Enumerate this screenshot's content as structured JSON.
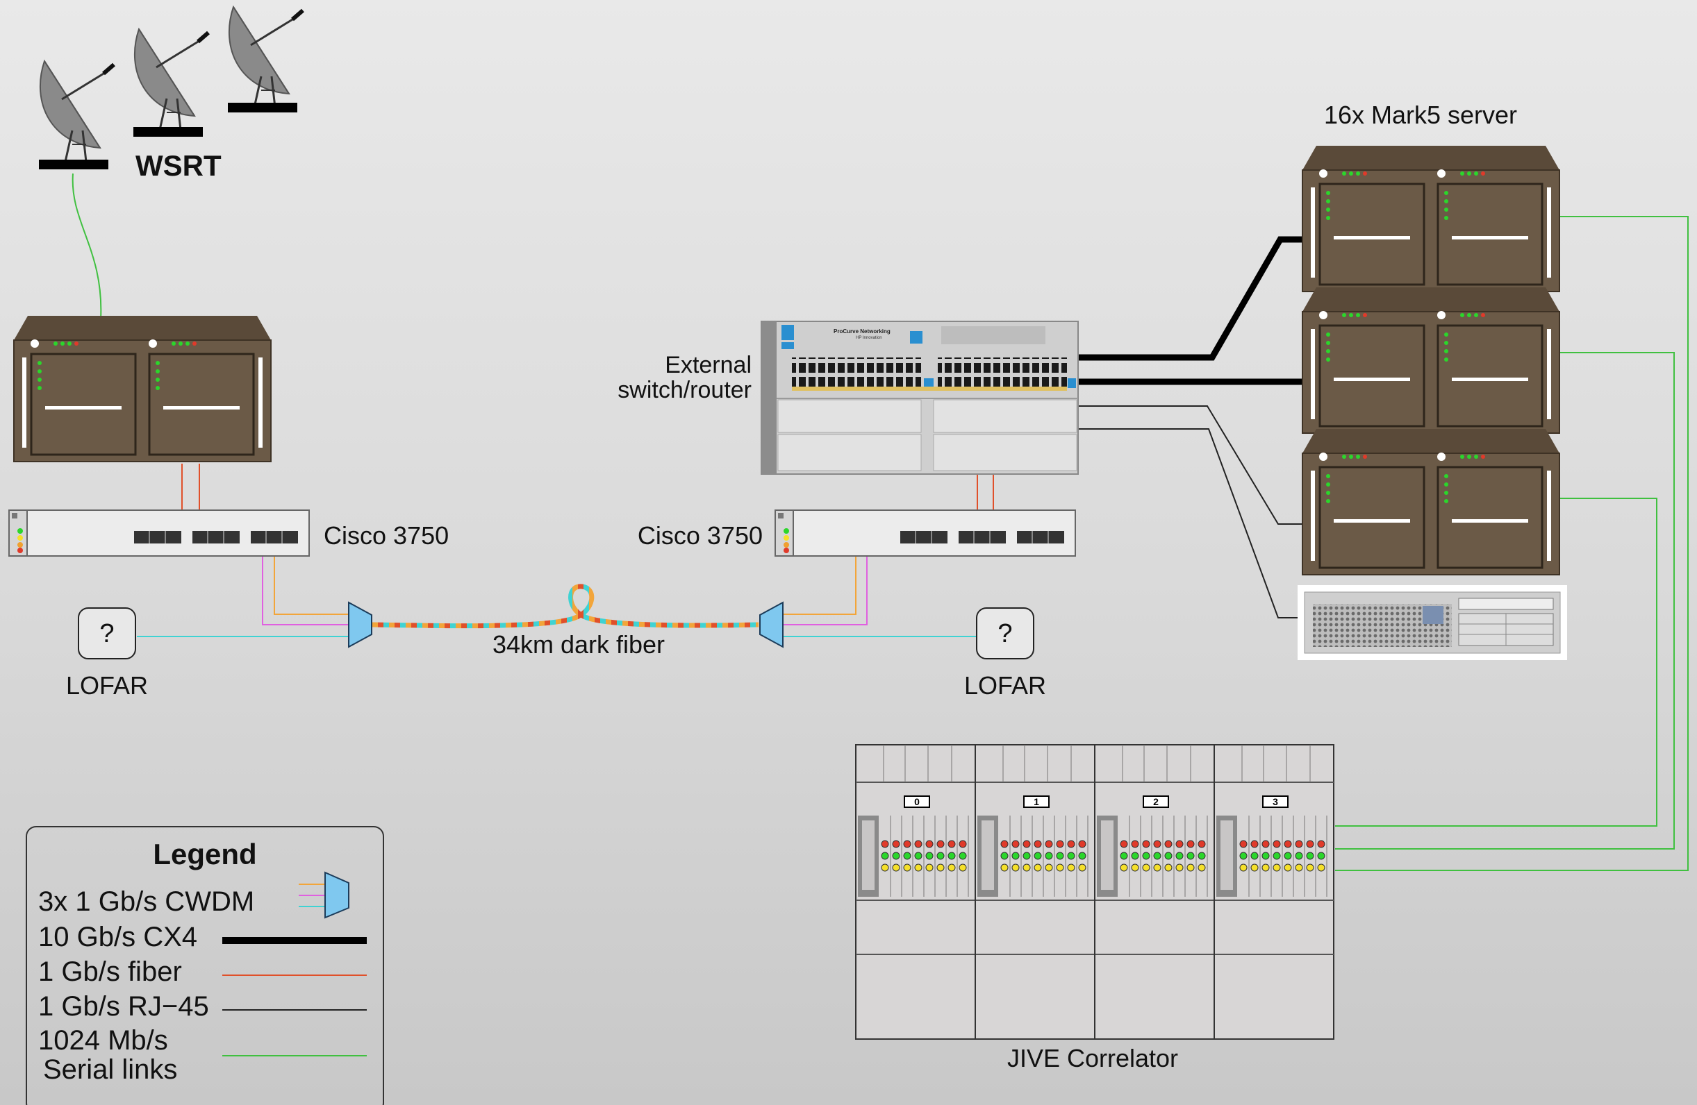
{
  "labels": {
    "wsrt": "WSRT",
    "mark5": "16x Mark5 server",
    "external_switch_line1": "External",
    "external_switch_line2": "switch/router",
    "cisco_left": "Cisco 3750",
    "cisco_right": "Cisco 3750",
    "dark_fiber": "34km dark fiber",
    "lofar_left": "LOFAR",
    "lofar_right": "LOFAR",
    "unknown_left": "?",
    "unknown_right": "?",
    "jive": "JIVE Correlator",
    "switch_brand": "ProCurve Networking",
    "switch_brand_sub": "HP Innovation"
  },
  "correlator_units": [
    "0",
    "1",
    "2",
    "3"
  ],
  "legend": {
    "title": "Legend",
    "items": [
      {
        "label": "3x 1 Gb/s CWDM"
      },
      {
        "label": "10 Gb/s CX4"
      },
      {
        "label": "1 Gb/s fiber"
      },
      {
        "label": "1 Gb/s RJ−45"
      },
      {
        "label_line1": "1024 Mb/s",
        "label_line2": "Serial links"
      }
    ]
  },
  "colors": {
    "cwdm_orange": "#f2a53a",
    "cwdm_magenta": "#e060e0",
    "cwdm_cyan": "#3fd3d3",
    "cx4": "#000000",
    "fiber": "#e0502a",
    "rj45": "#222222",
    "serial": "#40c040",
    "mux_blue": "#7fc8ef",
    "server_brown": "#6b5a47"
  }
}
